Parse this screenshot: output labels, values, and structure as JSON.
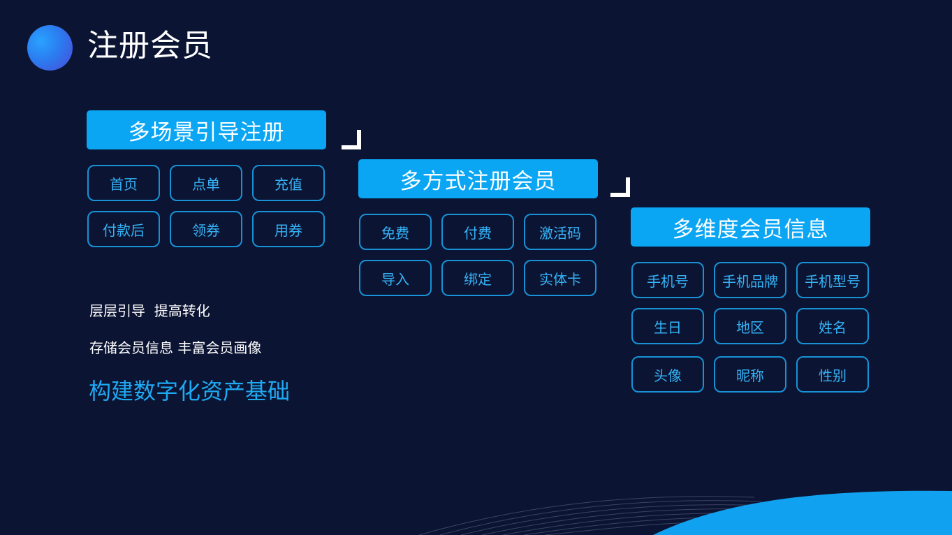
{
  "title": "注册会员",
  "steps": [
    {
      "header": "多场景引导注册",
      "tags": [
        "首页",
        "点单",
        "充值",
        "付款后",
        "领券",
        "用券"
      ]
    },
    {
      "header": "多方式注册会员",
      "tags": [
        "免费",
        "付费",
        "激活码",
        "导入",
        "绑定",
        "实体卡"
      ]
    },
    {
      "header": "多维度会员信息",
      "tags": [
        "手机号",
        "手机品牌",
        "手机型号",
        "生日",
        "地区",
        "姓名",
        "头像",
        "昵称",
        "性别"
      ]
    }
  ],
  "notes": {
    "line1": "层层引导  提高转化",
    "line2": "存储会员信息 丰富会员画像",
    "highlight": "构建数字化资产基础"
  },
  "colors": {
    "background": "#0c1433",
    "accent": "#0aa6f4",
    "tag_border": "#1792d6",
    "tag_text": "#35b3f7"
  }
}
